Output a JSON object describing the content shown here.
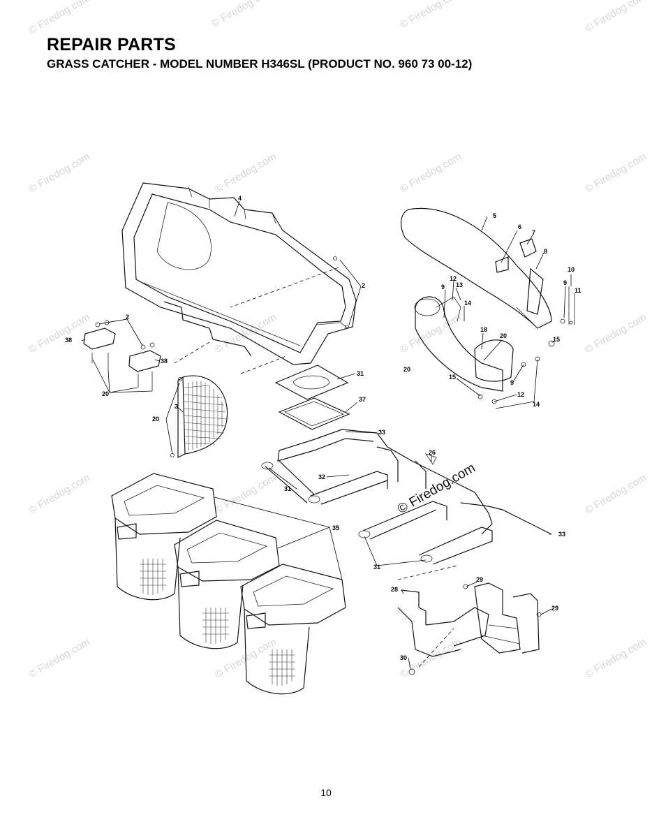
{
  "header": {
    "title": "REPAIR PARTS",
    "subtitle": "GRASS CATCHER - MODEL NUMBER H346SL (PRODUCT NO. 960 73 00-12)"
  },
  "watermark": {
    "text": "© Firedog.com"
  },
  "diagram": {
    "labels": [
      "2",
      "2",
      "3",
      "4",
      "5",
      "6",
      "7",
      "8",
      "9",
      "9",
      "9",
      "10",
      "11",
      "12",
      "12",
      "13",
      "14",
      "14",
      "15",
      "15",
      "18",
      "20",
      "20",
      "20",
      "20",
      "26",
      "28",
      "29",
      "29",
      "30",
      "31",
      "31",
      "31",
      "32",
      "33",
      "33",
      "35",
      "37",
      "38",
      "38"
    ]
  },
  "footer": {
    "page_number": "10"
  }
}
